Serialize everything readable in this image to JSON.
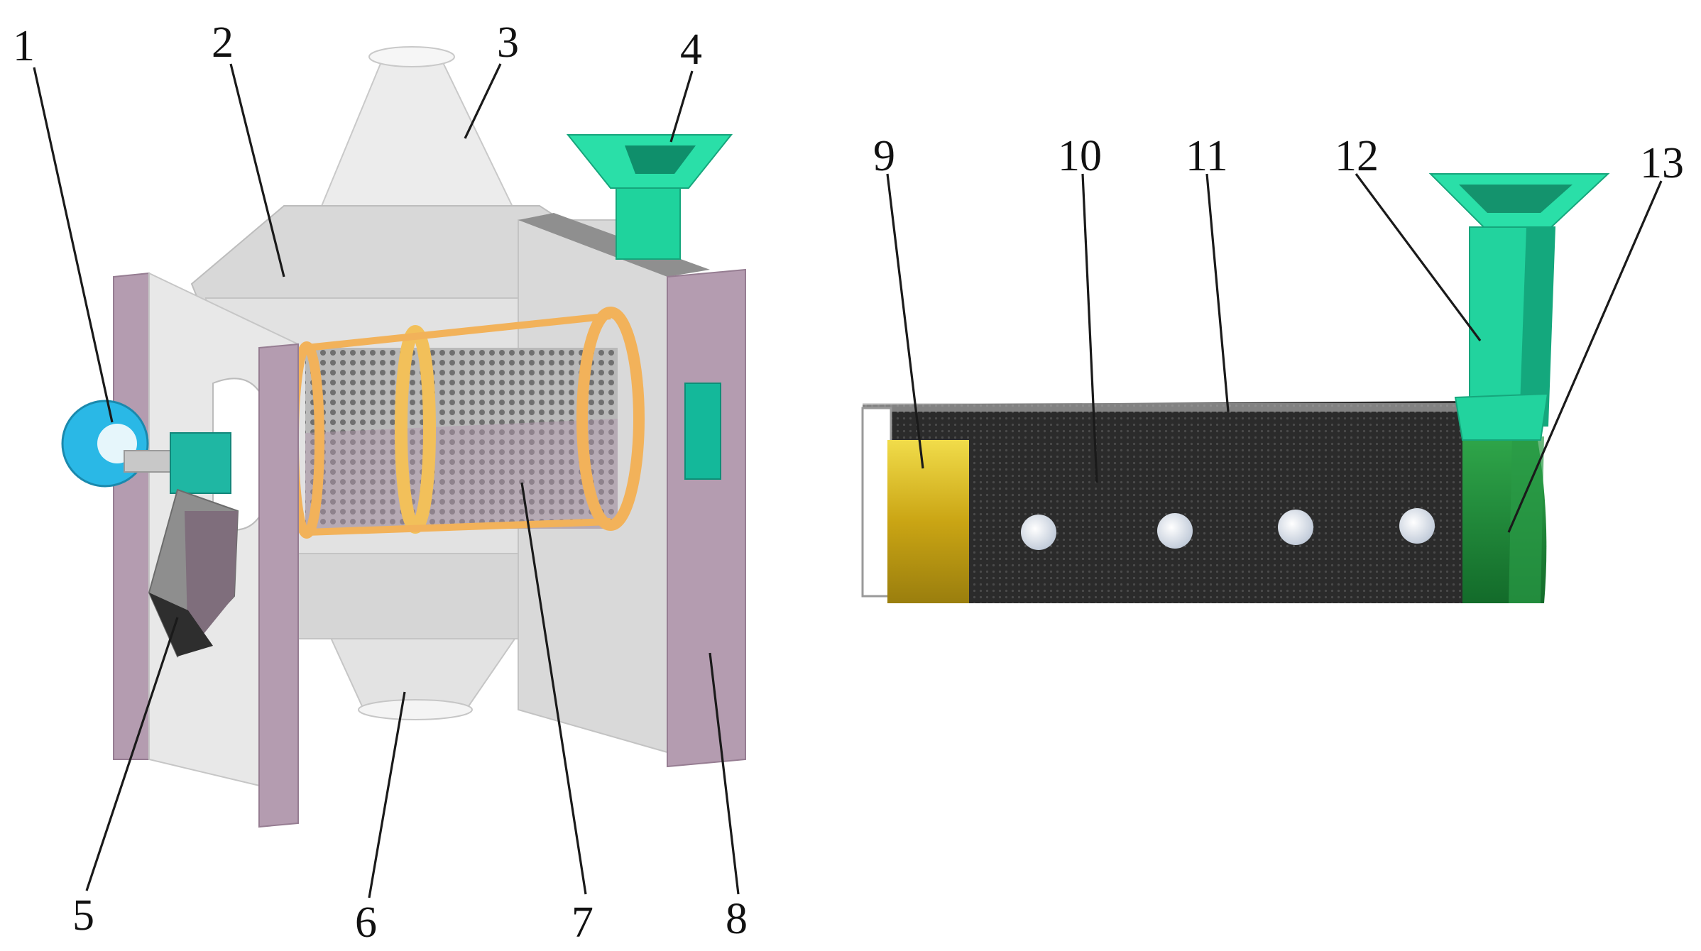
{
  "labels": {
    "n1": "1",
    "n2": "2",
    "n3": "3",
    "n4": "4",
    "n5": "5",
    "n6": "6",
    "n7": "7",
    "n8": "8",
    "n9": "9",
    "n10": "10",
    "n11": "11",
    "n12": "12",
    "n13": "13"
  },
  "colors": {
    "frame_plate": "#b49cb0",
    "housing": "#dcdcdc",
    "funnel": "#e6e6e6",
    "hopper": "#22d3a0",
    "hopper_dark": "#12a07a",
    "ring": "#f2b25a",
    "mesh": "#9a9a9a",
    "motor_ring": "#2ab8e6",
    "screw_barrel": "#2a2a2a",
    "end_cap_yellow": "#d4b81c",
    "end_cap_green": "#1f8a3a"
  },
  "icons": {
    "hole": "circle"
  }
}
